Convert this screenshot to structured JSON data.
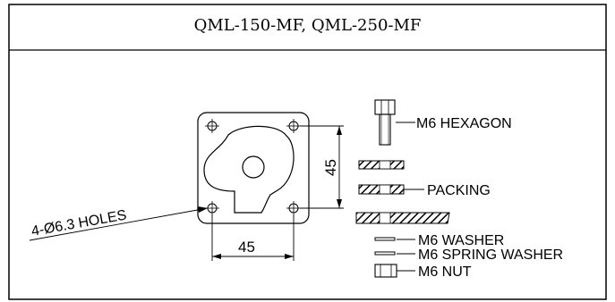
{
  "title": "QML-150-MF, QML-250-MF",
  "dimensions": {
    "width": "45",
    "height": "45",
    "holes": "4-Ø6.3 HOLES"
  },
  "parts": {
    "hexagon": "M6 HEXAGON",
    "packing": "PACKING",
    "washer": "M6 WASHER",
    "spring_washer": "M6 SPRING WASHER",
    "nut": "M6 NUT"
  }
}
